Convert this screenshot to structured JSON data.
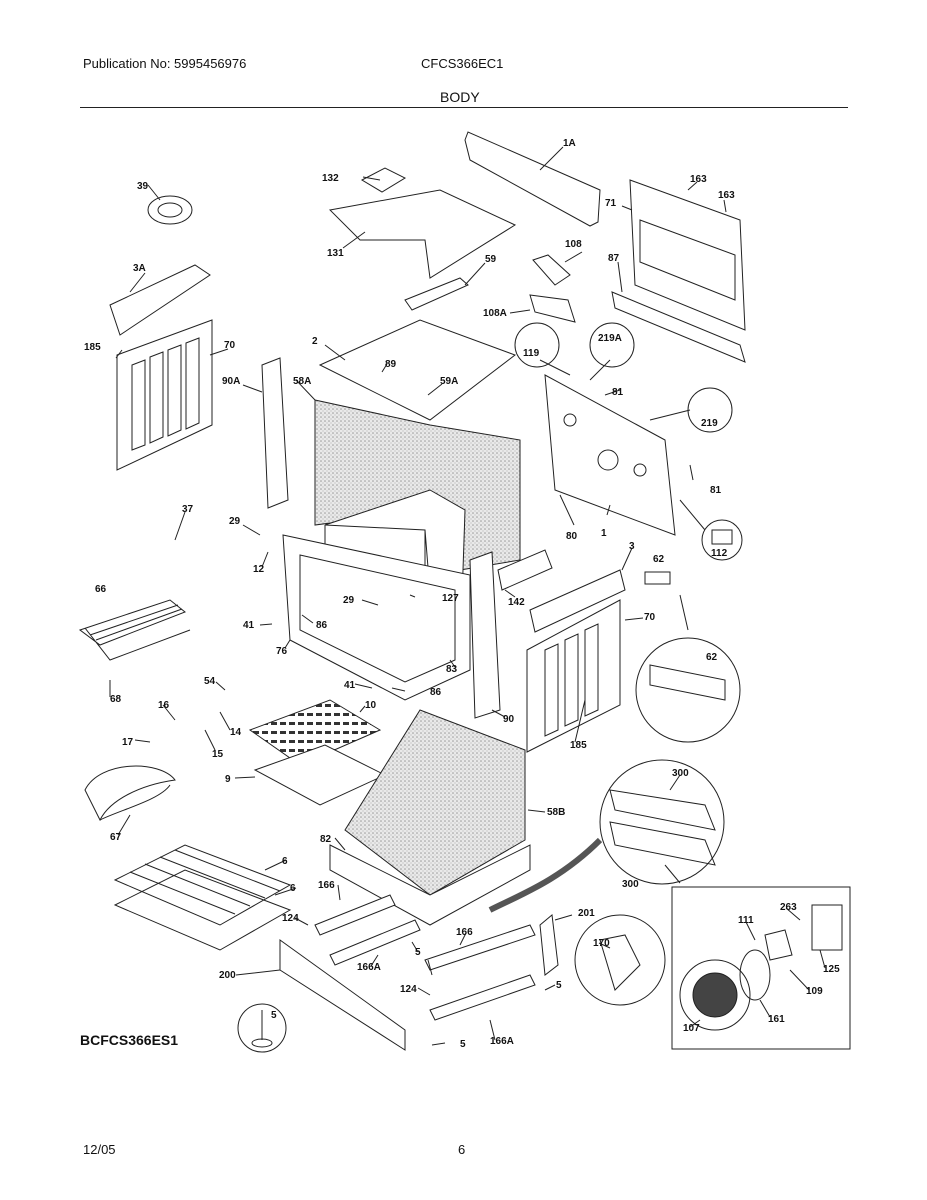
{
  "header": {
    "publication": "Publication No: 5995456976",
    "model": "CFCS366EC1",
    "section": "BODY"
  },
  "diagram_code": "BCFCS366ES1",
  "footer": {
    "date": "12/05",
    "page": "6"
  },
  "callouts": {
    "c1A": "1A",
    "c132": "132",
    "c163a": "163",
    "c163b": "163",
    "c71": "71",
    "c39": "39",
    "c131": "131",
    "c108": "108",
    "c87": "87",
    "c3A": "3A",
    "c59": "59",
    "c108A": "108A",
    "c185a": "185",
    "c70a": "70",
    "c2": "2",
    "c89": "89",
    "c90A": "90A",
    "c58A": "58A",
    "c59A": "59A",
    "c119": "119",
    "c219A": "219A",
    "c81a": "81",
    "c219": "219",
    "c81b": "81",
    "c37": "37",
    "c29a": "29",
    "c12": "12",
    "c80": "80",
    "c1": "1",
    "c112": "112",
    "c3": "3",
    "c62a": "62",
    "c66": "66",
    "c29b": "29",
    "c127": "127",
    "c142": "142",
    "c41a": "41",
    "c86a": "86",
    "c76": "76",
    "c70b": "70",
    "c62b": "62",
    "c83": "83",
    "c54": "54",
    "c41b": "41",
    "c86b": "86",
    "c68": "68",
    "c16": "16",
    "c10": "10",
    "c14": "14",
    "c90": "90",
    "c17": "17",
    "c15": "15",
    "c185b": "185",
    "c9": "9",
    "c300a": "300",
    "c58B": "58B",
    "c67": "67",
    "c300b": "300",
    "c82": "82",
    "c6a": "6",
    "c6b": "6",
    "c166a": "166",
    "c201": "201",
    "c124a": "124",
    "c5a": "5",
    "c166b": "166",
    "c263": "263",
    "c111": "111",
    "c170": "170",
    "c125": "125",
    "c200": "200",
    "c166Aa": "166A",
    "c5b": "5",
    "c109": "109",
    "c124b": "124",
    "c5c": "5",
    "c161": "161",
    "c107": "107",
    "c5d": "5",
    "c166Ab": "166A"
  }
}
